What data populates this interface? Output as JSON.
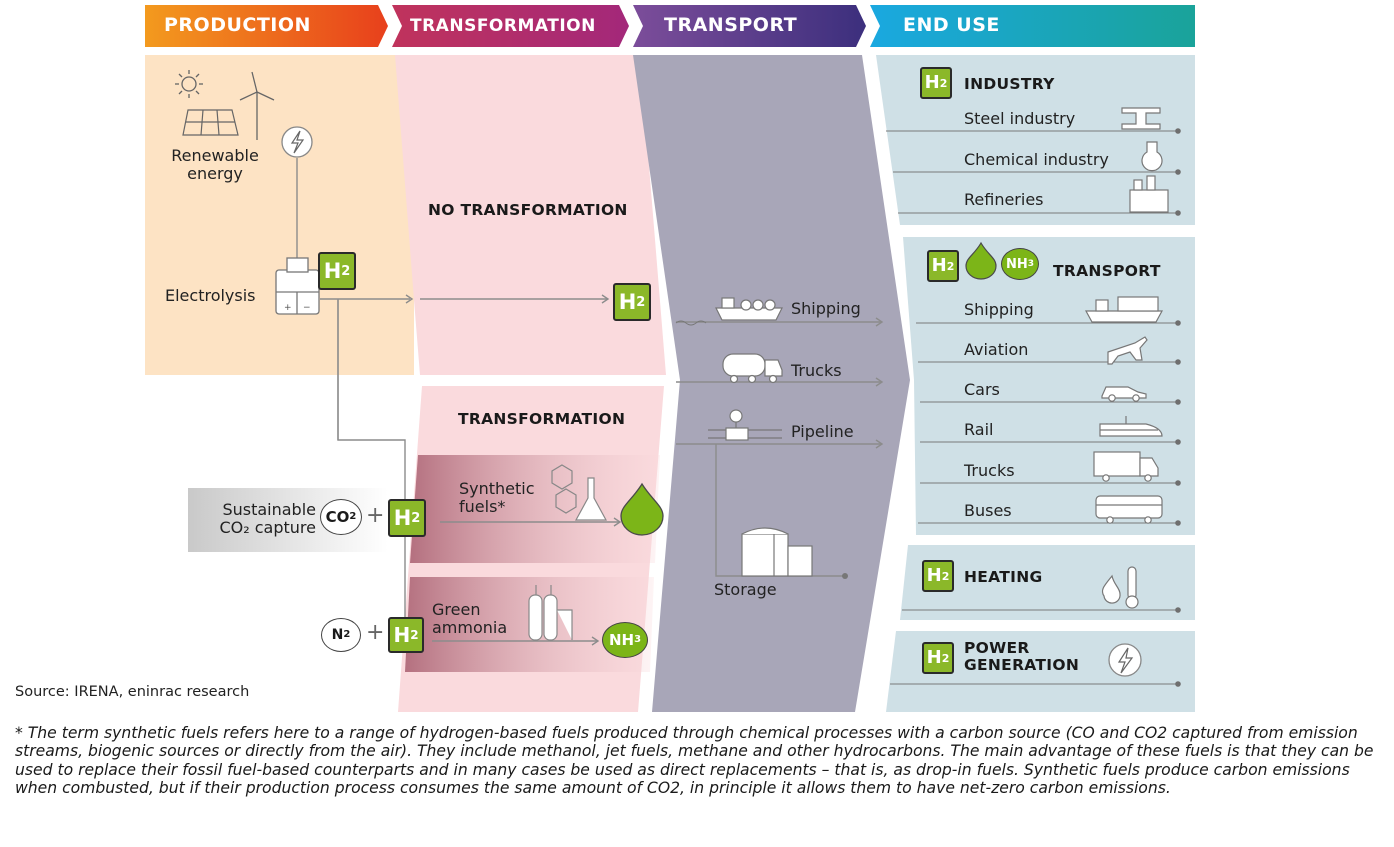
{
  "headers": {
    "production": "PRODUCTION",
    "transformation": "TRANSFORMATION",
    "transport": "TRANSPORT",
    "end_use": "END USE"
  },
  "production": {
    "renewable_energy": "Renewable energy",
    "electrolysis": "Electrolysis",
    "sustainable_co2_capture": "Sustainable CO₂ capture"
  },
  "transformation": {
    "no_transformation": "NO TRANSFORMATION",
    "transformation": "TRANSFORMATION",
    "synthetic_fuels": "Synthetic fuels*",
    "green_ammonia": "Green ammonia"
  },
  "transport": {
    "shipping": "Shipping",
    "trucks": "Trucks",
    "pipeline": "Pipeline",
    "storage": "Storage"
  },
  "end_use": {
    "industry": {
      "title": "INDUSTRY",
      "items": [
        "Steel industry",
        "Chemical industry",
        "Refineries"
      ]
    },
    "transport": {
      "title": "TRANSPORT",
      "items": [
        "Shipping",
        "Aviation",
        "Cars",
        "Rail",
        "Trucks",
        "Buses"
      ]
    },
    "heating": {
      "title": "HEATING"
    },
    "power_generation": {
      "title": "POWER GENERATION"
    }
  },
  "symbols": {
    "h2": "H",
    "h2_sub": "2",
    "co2": "CO",
    "co2_sub": "2",
    "n2": "N",
    "n2_sub": "2",
    "nh3": "NH",
    "nh3_sub": "3",
    "plus": "+"
  },
  "colors": {
    "production_bg": "#fde3c4",
    "transformation_bg": "#fadadd",
    "transport_bg": "#a8a6b8",
    "end_use_bg": "#cfe0e6",
    "h2_green": "#8bb829",
    "drop_green": "#7cb518",
    "line_gray": "#8c8c8c"
  },
  "source": "Source: IRENA, eninrac research",
  "footnote": "* The term synthetic fuels refers here to a range of hydrogen-based fuels produced through chemical processes with a carbon source (CO and CO2 captured from emission streams, biogenic sources or directly from the air). They include methanol, jet fuels, methane and other hydrocarbons. The main advantage of these fuels is that they can be used to replace their fossil fuel-based counterparts and in many cases be used as direct replacements – that is, as drop-in fuels. Synthetic fuels produce carbon emissions when combusted, but if their production process consumes the same amount of CO2, in principle it allows them to have net-zero carbon emissions."
}
